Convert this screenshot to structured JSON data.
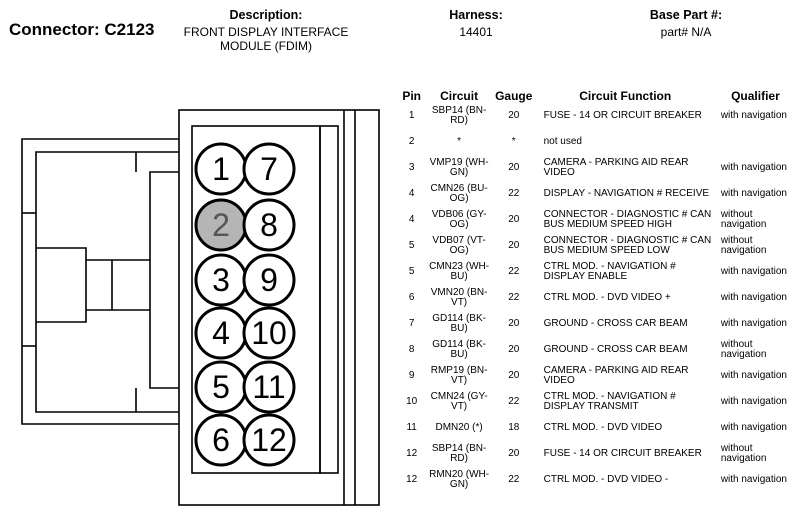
{
  "header": {
    "connector_label": "Connector: C2123",
    "description_label": "Description:",
    "description_value": "FRONT DISPLAY INTERFACE MODULE (FDIM)",
    "harness_label": "Harness:",
    "harness_value": "14401",
    "base_part_label": "Base Part #:",
    "base_part_value": "part# N/A"
  },
  "connector": {
    "pins_left": [
      "1",
      "2",
      "3",
      "4",
      "5",
      "6"
    ],
    "pins_right": [
      "7",
      "8",
      "9",
      "10",
      "11",
      "12"
    ],
    "highlighted_pin": "2",
    "highlight_color": "#b5b5b5"
  },
  "table": {
    "columns": [
      "Pin",
      "Circuit",
      "Gauge",
      "Circuit Function",
      "Qualifier"
    ],
    "rows": [
      {
        "pin": "1",
        "circuit": "SBP14 (BN-RD)",
        "gauge": "20",
        "function": "FUSE - 14 OR CIRCUIT BREAKER",
        "qualifier": "with navigation"
      },
      {
        "pin": "2",
        "circuit": "*",
        "gauge": "*",
        "function": "not used",
        "qualifier": ""
      },
      {
        "pin": "3",
        "circuit": "VMP19 (WH-GN)",
        "gauge": "20",
        "function": "CAMERA - PARKING AID REAR VIDEO",
        "qualifier": "with navigation"
      },
      {
        "pin": "4",
        "circuit": "CMN26 (BU-OG)",
        "gauge": "22",
        "function": "DISPLAY - NAVIGATION # RECEIVE",
        "qualifier": "with navigation"
      },
      {
        "pin": "4",
        "circuit": "VDB06 (GY-OG)",
        "gauge": "20",
        "function": "CONNECTOR - DIAGNOSTIC # CAN BUS MEDIUM SPEED HIGH",
        "qualifier": "without navigation"
      },
      {
        "pin": "5",
        "circuit": "VDB07 (VT-OG)",
        "gauge": "20",
        "function": "CONNECTOR - DIAGNOSTIC # CAN BUS MEDIUM SPEED LOW",
        "qualifier": "without navigation"
      },
      {
        "pin": "5",
        "circuit": "CMN23 (WH-BU)",
        "gauge": "22",
        "function": "CTRL MOD. - NAVIGATION # DISPLAY ENABLE",
        "qualifier": "with navigation"
      },
      {
        "pin": "6",
        "circuit": "VMN20 (BN-VT)",
        "gauge": "22",
        "function": "CTRL MOD. - DVD VIDEO +",
        "qualifier": "with navigation"
      },
      {
        "pin": "7",
        "circuit": "GD114 (BK-BU)",
        "gauge": "20",
        "function": "GROUND - CROSS CAR BEAM",
        "qualifier": "with navigation"
      },
      {
        "pin": "8",
        "circuit": "GD114 (BK-BU)",
        "gauge": "20",
        "function": "GROUND - CROSS CAR BEAM",
        "qualifier": "without navigation"
      },
      {
        "pin": "9",
        "circuit": "RMP19 (BN-VT)",
        "gauge": "20",
        "function": "CAMERA - PARKING AID REAR VIDEO",
        "qualifier": "with navigation"
      },
      {
        "pin": "10",
        "circuit": "CMN24 (GY-VT)",
        "gauge": "22",
        "function": "CTRL MOD. - NAVIGATION # DISPLAY TRANSMIT",
        "qualifier": "with navigation"
      },
      {
        "pin": "11",
        "circuit": "DMN20 (*)",
        "gauge": "18",
        "function": "CTRL MOD. - DVD VIDEO",
        "qualifier": "with navigation"
      },
      {
        "pin": "12",
        "circuit": "SBP14 (BN-RD)",
        "gauge": "20",
        "function": "FUSE - 14 OR CIRCUIT BREAKER",
        "qualifier": "without navigation"
      },
      {
        "pin": "12",
        "circuit": "RMN20 (WH-GN)",
        "gauge": "22",
        "function": "CTRL MOD. - DVD VIDEO -",
        "qualifier": "with navigation"
      }
    ]
  }
}
